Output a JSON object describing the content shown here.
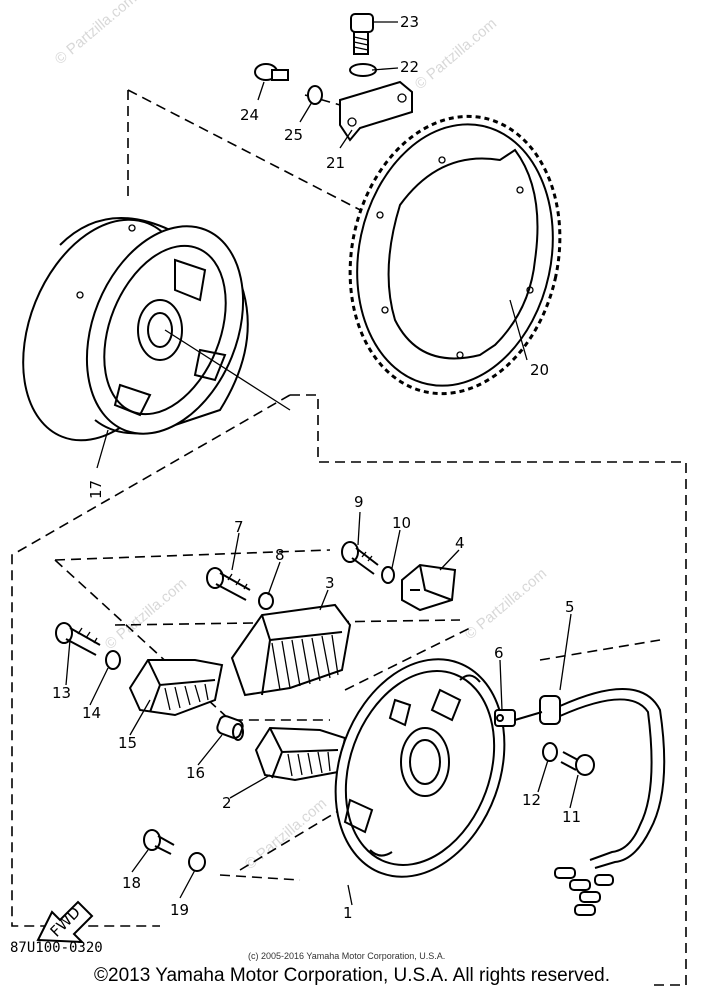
{
  "parts": [
    {
      "id": "1"
    },
    {
      "id": "2"
    },
    {
      "id": "3"
    },
    {
      "id": "4"
    },
    {
      "id": "5"
    },
    {
      "id": "6"
    },
    {
      "id": "7"
    },
    {
      "id": "8"
    },
    {
      "id": "9"
    },
    {
      "id": "10"
    },
    {
      "id": "11"
    },
    {
      "id": "12"
    },
    {
      "id": "13"
    },
    {
      "id": "14"
    },
    {
      "id": "15"
    },
    {
      "id": "16"
    },
    {
      "id": "17"
    },
    {
      "id": "18"
    },
    {
      "id": "19"
    },
    {
      "id": "20"
    },
    {
      "id": "21"
    },
    {
      "id": "22"
    },
    {
      "id": "23"
    },
    {
      "id": "24"
    },
    {
      "id": "25"
    }
  ],
  "watermark": "© Partzilla.com",
  "fwd_label": "FWD",
  "diagram_code": "87U100-0320",
  "small_copyright": "(c) 2005-2016 Yamaha Motor Corporation, U.S.A.",
  "footer": "©2013 Yamaha Motor Corporation, U.S.A. All rights reserved."
}
